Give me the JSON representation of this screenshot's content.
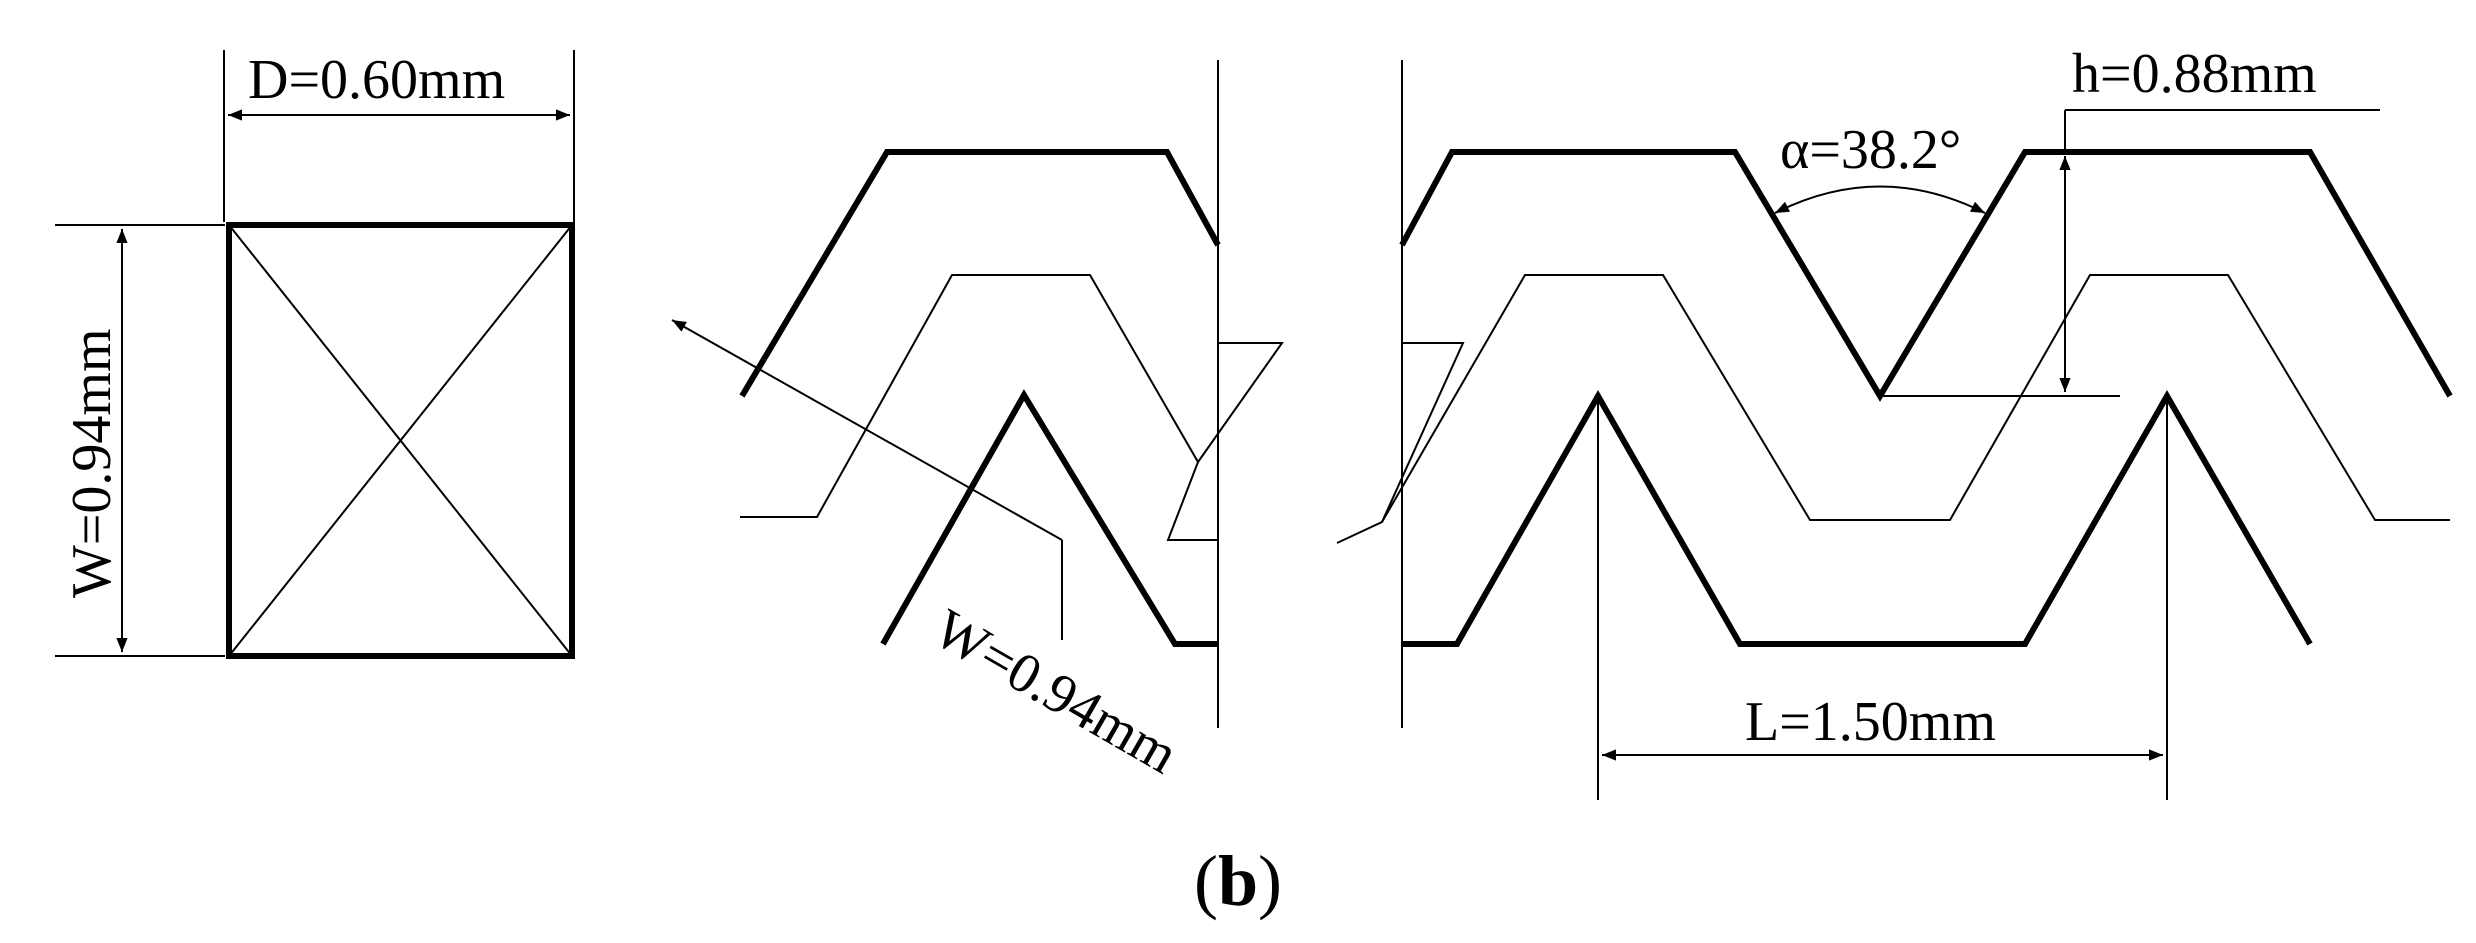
{
  "labels": {
    "depth": "D=0.60mm",
    "width_cross_section": "W=0.94mm",
    "width_flow": "W=0.94mm",
    "height": "h=0.88mm",
    "angle": "α=38.2°",
    "period": "L=1.50mm"
  },
  "caption": {
    "open": "(",
    "letter": "b",
    "close": ")"
  },
  "colors": {
    "line": "#000000",
    "background": "#ffffff"
  }
}
